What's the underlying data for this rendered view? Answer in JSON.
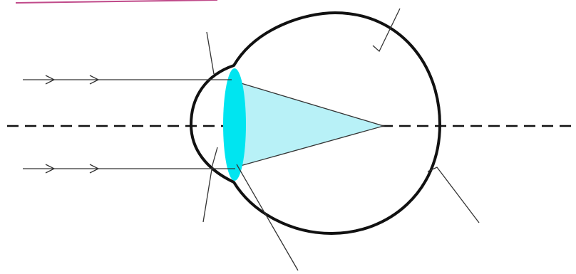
{
  "colors": {
    "background": "#ffffff",
    "eye_outline": "#111111",
    "optical_axis": "#111111",
    "light_ray": "#333333",
    "leader_line": "#333333",
    "lens_fill": "#00e5f0",
    "light_cone_fill": "#b8f1f7",
    "top_accent_line": "#c04a8a"
  },
  "shapes": {
    "eyeball": "circle-with-protruding-cornea",
    "lens": "vertical-ellipse",
    "optical_axis": "dashed-horizontal-line",
    "incoming_light": "parallel-rays-with-arrowheads",
    "focal_region": "triangle-converging-to-focal-point"
  },
  "incoming_ray_count": 2,
  "leader_line_count": 5,
  "labels": []
}
